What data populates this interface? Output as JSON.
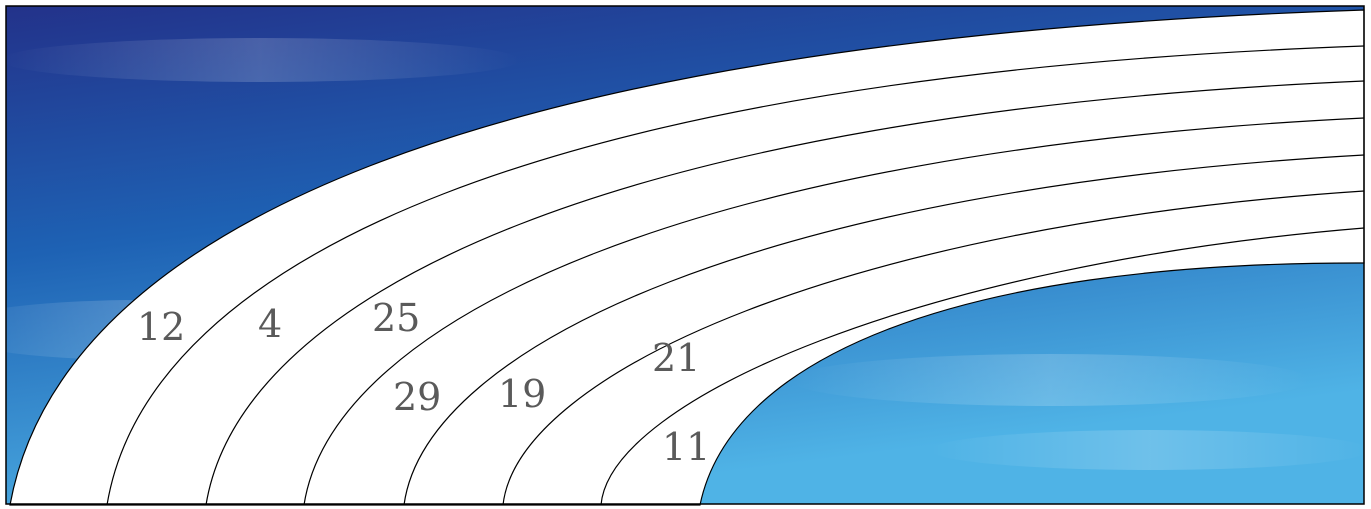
{
  "diagram": {
    "numbers": [
      "12",
      "4",
      "25",
      "29",
      "19",
      "21",
      "11"
    ]
  },
  "colors": {
    "sky_top": "#23328a",
    "sky_mid": "#1e62b4",
    "sky_bottom": "#4fb3e6",
    "band_fill": "#ffffff",
    "band_line": "#000000",
    "number_color": "#5a5a5a"
  }
}
